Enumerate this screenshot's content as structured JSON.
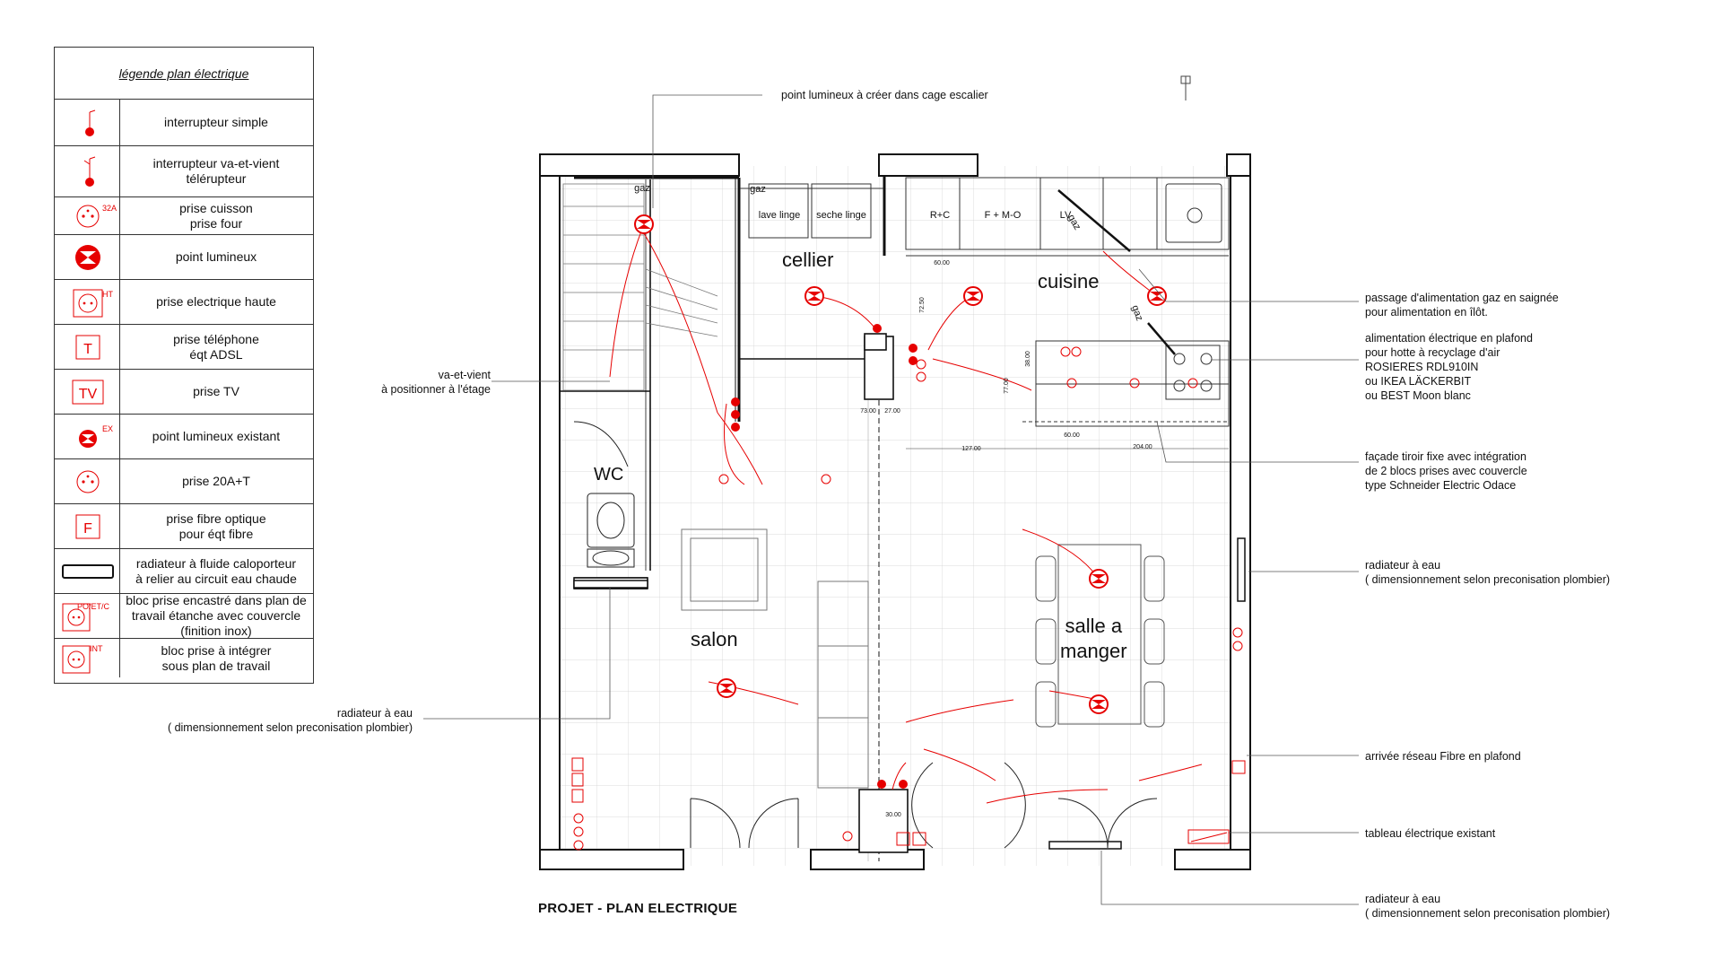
{
  "legend": {
    "title": "légende plan électrique",
    "items": [
      {
        "icon": "single-switch-icon",
        "label": "interrupteur simple",
        "badge": ""
      },
      {
        "icon": "two-way-switch-icon",
        "label": "interrupteur va-et-vient\ntélérupteur",
        "badge": ""
      },
      {
        "icon": "cooking-socket-icon",
        "label": "prise cuisson\nprise four",
        "badge": "32A"
      },
      {
        "icon": "light-point-icon",
        "label": "point lumineux",
        "badge": ""
      },
      {
        "icon": "high-socket-icon",
        "label": "prise electrique haute",
        "badge": "HT"
      },
      {
        "icon": "phone-socket-icon",
        "label": "prise téléphone\néqt ADSL",
        "badge": "T"
      },
      {
        "icon": "tv-socket-icon",
        "label": "prise TV",
        "badge": "TV"
      },
      {
        "icon": "existing-light-icon",
        "label": "point lumineux existant",
        "badge": "EX"
      },
      {
        "icon": "socket-20a-icon",
        "label": "prise 20A+T",
        "badge": ""
      },
      {
        "icon": "fiber-socket-icon",
        "label": "prise fibre optique\npour éqt fibre",
        "badge": "F"
      },
      {
        "icon": "radiator-icon",
        "label": "radiateur à fluide caloporteur\nà relier au circuit eau chaude",
        "badge": ""
      },
      {
        "icon": "worktop-socket-block-icon",
        "label": "bloc prise encastré dans plan de\ntravail étanche avec couvercle\n(finition inox)",
        "badge": "PO/ET/C"
      },
      {
        "icon": "integrated-socket-block-icon",
        "label": "bloc prise à intégrer\nsous plan de travail",
        "badge": "INT"
      }
    ]
  },
  "annotations": {
    "staircase_light": "point lumineux à créer dans cage escalier",
    "two_way_upstairs": "va-et-vient\nà positionner à l'étage",
    "radiator_left": "radiateur à eau\n( dimensionnement selon preconisation plombier)",
    "gas_supply": "passage d'alimentation gaz en saignée\npour alimentation en îlôt.",
    "hood_supply": "alimentation électrique en plafond\npour hotte à recyclage d'air\nROSIERES RDL910IN\nou IKEA LÄCKERBIT\nou BEST Moon blanc",
    "drawer_front": "façade tiroir fixe avec intégration\nde 2 blocs prises avec couvercle\ntype Schneider Electric Odace",
    "radiator_right": "radiateur à eau\n( dimensionnement selon preconisation plombier)",
    "fiber_arrival": "arrivée réseau Fibre en plafond",
    "electrical_panel": "tableau électrique existant",
    "radiator_bottom": "radiateur à eau\n( dimensionnement selon preconisation plombier)"
  },
  "rooms": {
    "cellier": "cellier",
    "cuisine": "cuisine",
    "wc": "WC",
    "salon": "salon",
    "salle_a_manger": "salle a\nmanger"
  },
  "plan_labels": {
    "gaz": "gaz",
    "gaz_cellier": "gaz",
    "lave_linge": "lave linge",
    "seche_linge": "seche linge",
    "r_c": "R+C",
    "f_m_o": "F + M-O",
    "lv": "LV",
    "gaz_cuisine_1": "gaz",
    "gaz_cuisine_2": "gaz",
    "dim_127": "127.00",
    "dim_204": "204.00",
    "dim_60a": "60.00",
    "dim_60b": "60.00",
    "dim_30": "30.00",
    "dim_72": "72.50",
    "dim_73": "73.00",
    "dim_27": "27.00",
    "dim_77": "77.00",
    "dim_38": "38.00"
  },
  "plan_title": "PROJET - PLAN ELECTRIQUE",
  "colors": {
    "accent": "#e60000",
    "wall": "#111111",
    "grid": "#c8c8c8"
  }
}
